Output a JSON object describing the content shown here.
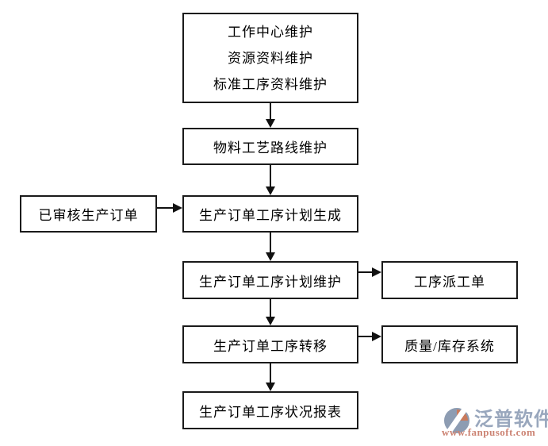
{
  "diagram": {
    "type": "flowchart",
    "nodes": {
      "master_data": {
        "line1": "工作中心维护",
        "line2": "资源资料维护",
        "line3": "标准工序资料维护"
      },
      "routing": {
        "label": "物料工艺路线维护"
      },
      "approved_order": {
        "label": "已审核生产订单"
      },
      "plan_generate": {
        "label": "生产订单工序计划生成"
      },
      "plan_maintain": {
        "label": "生产订单工序计划维护"
      },
      "dispatch_order": {
        "label": "工序派工单"
      },
      "transfer": {
        "label": "生产订单工序转移"
      },
      "quality_inventory": {
        "label": "质量/库存系统"
      },
      "status_report": {
        "label": "生产订单工序状况报表"
      }
    },
    "edges": [
      {
        "from": "master_data",
        "to": "routing",
        "direction": "down"
      },
      {
        "from": "routing",
        "to": "plan_generate",
        "direction": "down"
      },
      {
        "from": "approved_order",
        "to": "plan_generate",
        "direction": "right"
      },
      {
        "from": "plan_generate",
        "to": "plan_maintain",
        "direction": "down"
      },
      {
        "from": "plan_maintain",
        "to": "dispatch_order",
        "direction": "right"
      },
      {
        "from": "plan_maintain",
        "to": "transfer",
        "direction": "down"
      },
      {
        "from": "transfer",
        "to": "quality_inventory",
        "direction": "right"
      },
      {
        "from": "transfer",
        "to": "status_report",
        "direction": "down"
      }
    ]
  },
  "logo": {
    "brand_name": "泛普软件",
    "website": "www.fanpusoft.com"
  },
  "colors": {
    "background": "#ffffff",
    "box_border": "#1a1a1a",
    "line": "#111111",
    "text": "#000000",
    "logo_blue": "#99a7bd",
    "logo_gray": "#8d9cb2",
    "logo_orange": "#c97a5c",
    "website_color": "#cc8373"
  }
}
